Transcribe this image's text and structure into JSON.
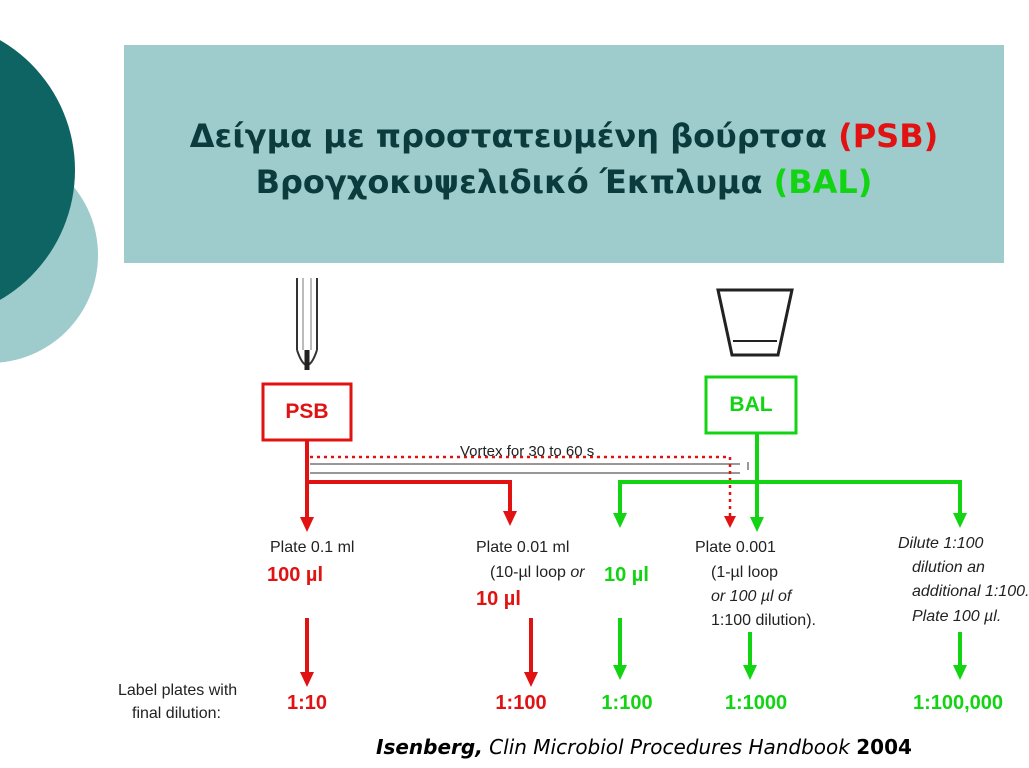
{
  "title": {
    "line1_text": "Δείγμα με προστατευμένη βούρτσα",
    "line1_highlight": "(PSB)",
    "line2_text": "Βρογχοκυψελιδικό Έκπλυμα",
    "line2_highlight": "(BAL)"
  },
  "diagram": {
    "psb_label": "PSB",
    "bal_label": "BAL",
    "vortex_text": "Vortex for 30 to 60 s",
    "plate_01": "Plate 0.1 ml",
    "plate_001_line1": "Plate 0.01 ml",
    "plate_001_line2": "(10-µl loop",
    "plate_001_or": "or",
    "plate_0001_line1": "Plate 0.001",
    "plate_0001_line2": "(1-µl loop",
    "plate_0001_line3": "or 100 µl of",
    "plate_0001_line4": "1:100 dilution).",
    "dilute_line1": "Dilute 1:100",
    "dilute_line2": "dilution an",
    "dilute_line3": "additional 1:100.",
    "dilute_line4": "Plate 100 µl.",
    "label_plates_line1": "Label plates with",
    "label_plates_line2": "final dilution:",
    "vol_100ul": "100 µl",
    "vol_10ul_red": "10 µl",
    "vol_10ul_green": "10 µl",
    "dil_1_10": "1:10",
    "dil_1_100_red": "1:100",
    "dil_1_100_green": "1:100",
    "dil_1_1000": "1:1000",
    "dil_1_100000": "1:100,000"
  },
  "citation": {
    "author": "Isenberg,",
    "work": "Clin Microbiol Procedures Handbook",
    "year": "2004"
  },
  "colors": {
    "psb": "#e11212",
    "bal": "#12d412",
    "title_bg": "#9ecbcc",
    "teal_dark": "#0e6462",
    "teal_light": "#9ecbcc"
  }
}
